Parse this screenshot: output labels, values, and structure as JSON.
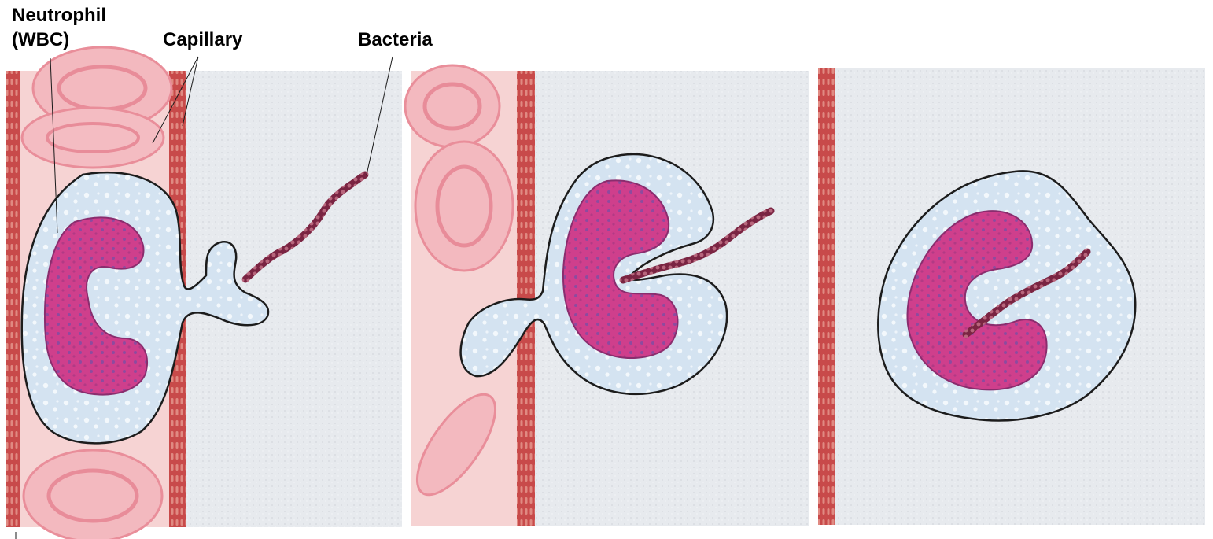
{
  "labels": {
    "neutrophil_line1": "Neutrophil",
    "neutrophil_line2": "(WBC)",
    "capillary": "Capillary",
    "bacteria": "Bacteria"
  },
  "colors": {
    "background": "#ffffff",
    "tissue": "#e6e9ed",
    "capillary_lumen": "#f6d3d3",
    "capillary_wall": "#c84a4a",
    "red_blood_cell": "#ef9aa6",
    "neutrophil_cytoplasm": "#d9e6f2",
    "nucleus": "#cc3f8a",
    "bacteria": "#8b2a4c"
  },
  "panels": [
    {
      "stage": "neutrophil-inside-capillary-extending-pseudopod"
    },
    {
      "stage": "neutrophil-squeezing-through-capillary-wall-engulfing-bacterium"
    },
    {
      "stage": "neutrophil-in-tissue-with-engulfed-bacterium"
    }
  ]
}
